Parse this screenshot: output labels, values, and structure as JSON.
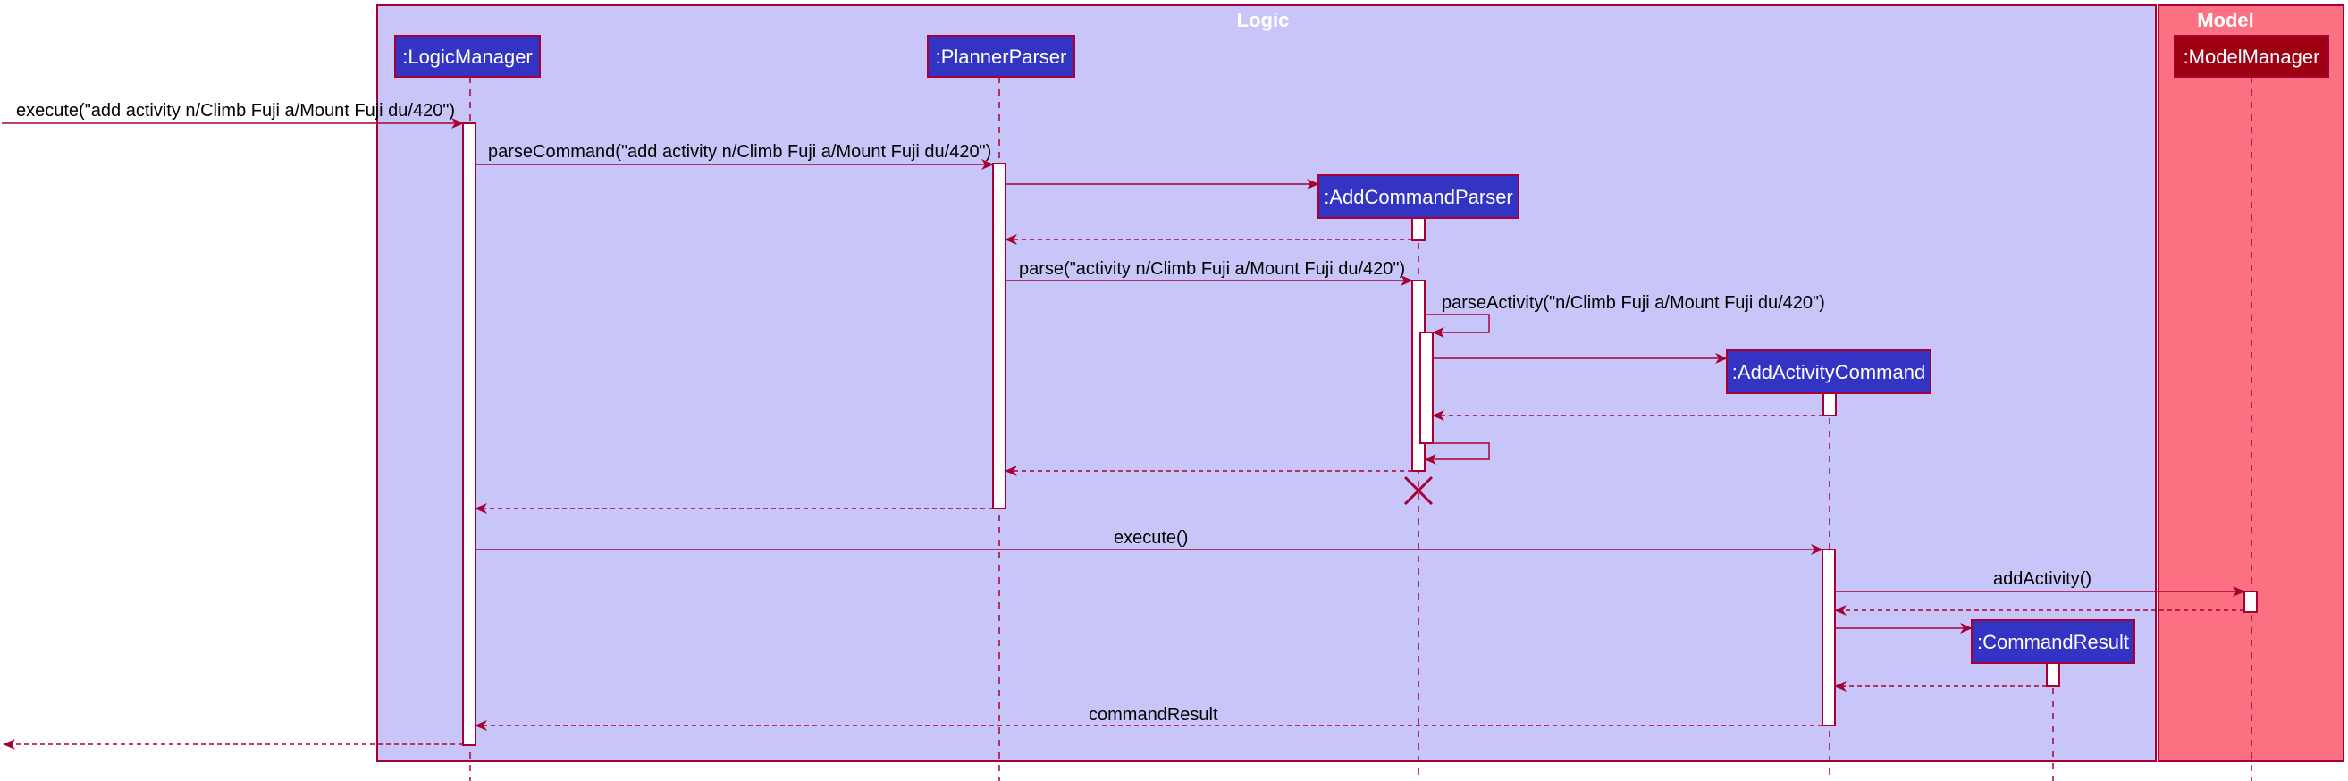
{
  "groups": {
    "logic": {
      "title": "Logic",
      "fill": "#C8C6F8",
      "stroke": "#A80036"
    },
    "model": {
      "title": "Model",
      "fill": "#FC7182",
      "stroke": "#A80036"
    }
  },
  "participants": {
    "logic_manager": {
      "label": ":LogicManager",
      "fill": "#3333C4"
    },
    "planner_parser": {
      "label": ":PlannerParser",
      "fill": "#3333C4"
    },
    "add_command_parser": {
      "label": ":AddCommandParser",
      "fill": "#3333C4"
    },
    "add_activity_command": {
      "label": ":AddActivityCommand",
      "fill": "#3333C4"
    },
    "command_result": {
      "label": ":CommandResult",
      "fill": "#3333C4"
    },
    "model_manager": {
      "label": ":ModelManager",
      "fill": "#9D0012"
    }
  },
  "messages": {
    "execute_call": "execute(\"add activity n/Climb Fuji a/Mount Fuji du/420\")",
    "parse_command": "parseCommand(\"add activity n/Climb Fuji a/Mount Fuji du/420\")",
    "parse": "parse(\"activity n/Climb Fuji a/Mount Fuji du/420\")",
    "parse_activity": "parseActivity(\"n/Climb Fuji a/Mount Fuji du/420\")",
    "execute": "execute()",
    "add_activity": "addActivity()",
    "command_result": "commandResult"
  },
  "colors": {
    "arrow": "#A80036",
    "participant_text": "#FFFFFF",
    "group_title_text": "#FFFFFF",
    "activation_fill": "#FFFFFF"
  }
}
